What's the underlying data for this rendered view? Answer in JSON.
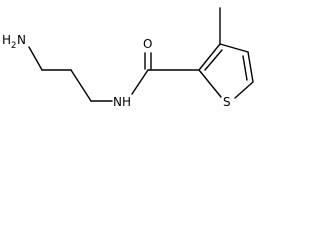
{
  "molecule": {
    "atoms": {
      "amine_n": "H",
      "amine_n2": "N",
      "amine_sub": "2",
      "amide_o": "O",
      "amide_n": "NH",
      "ring_s": "S"
    }
  },
  "colors": {
    "bond": "#000000",
    "background": "#ffffff"
  }
}
